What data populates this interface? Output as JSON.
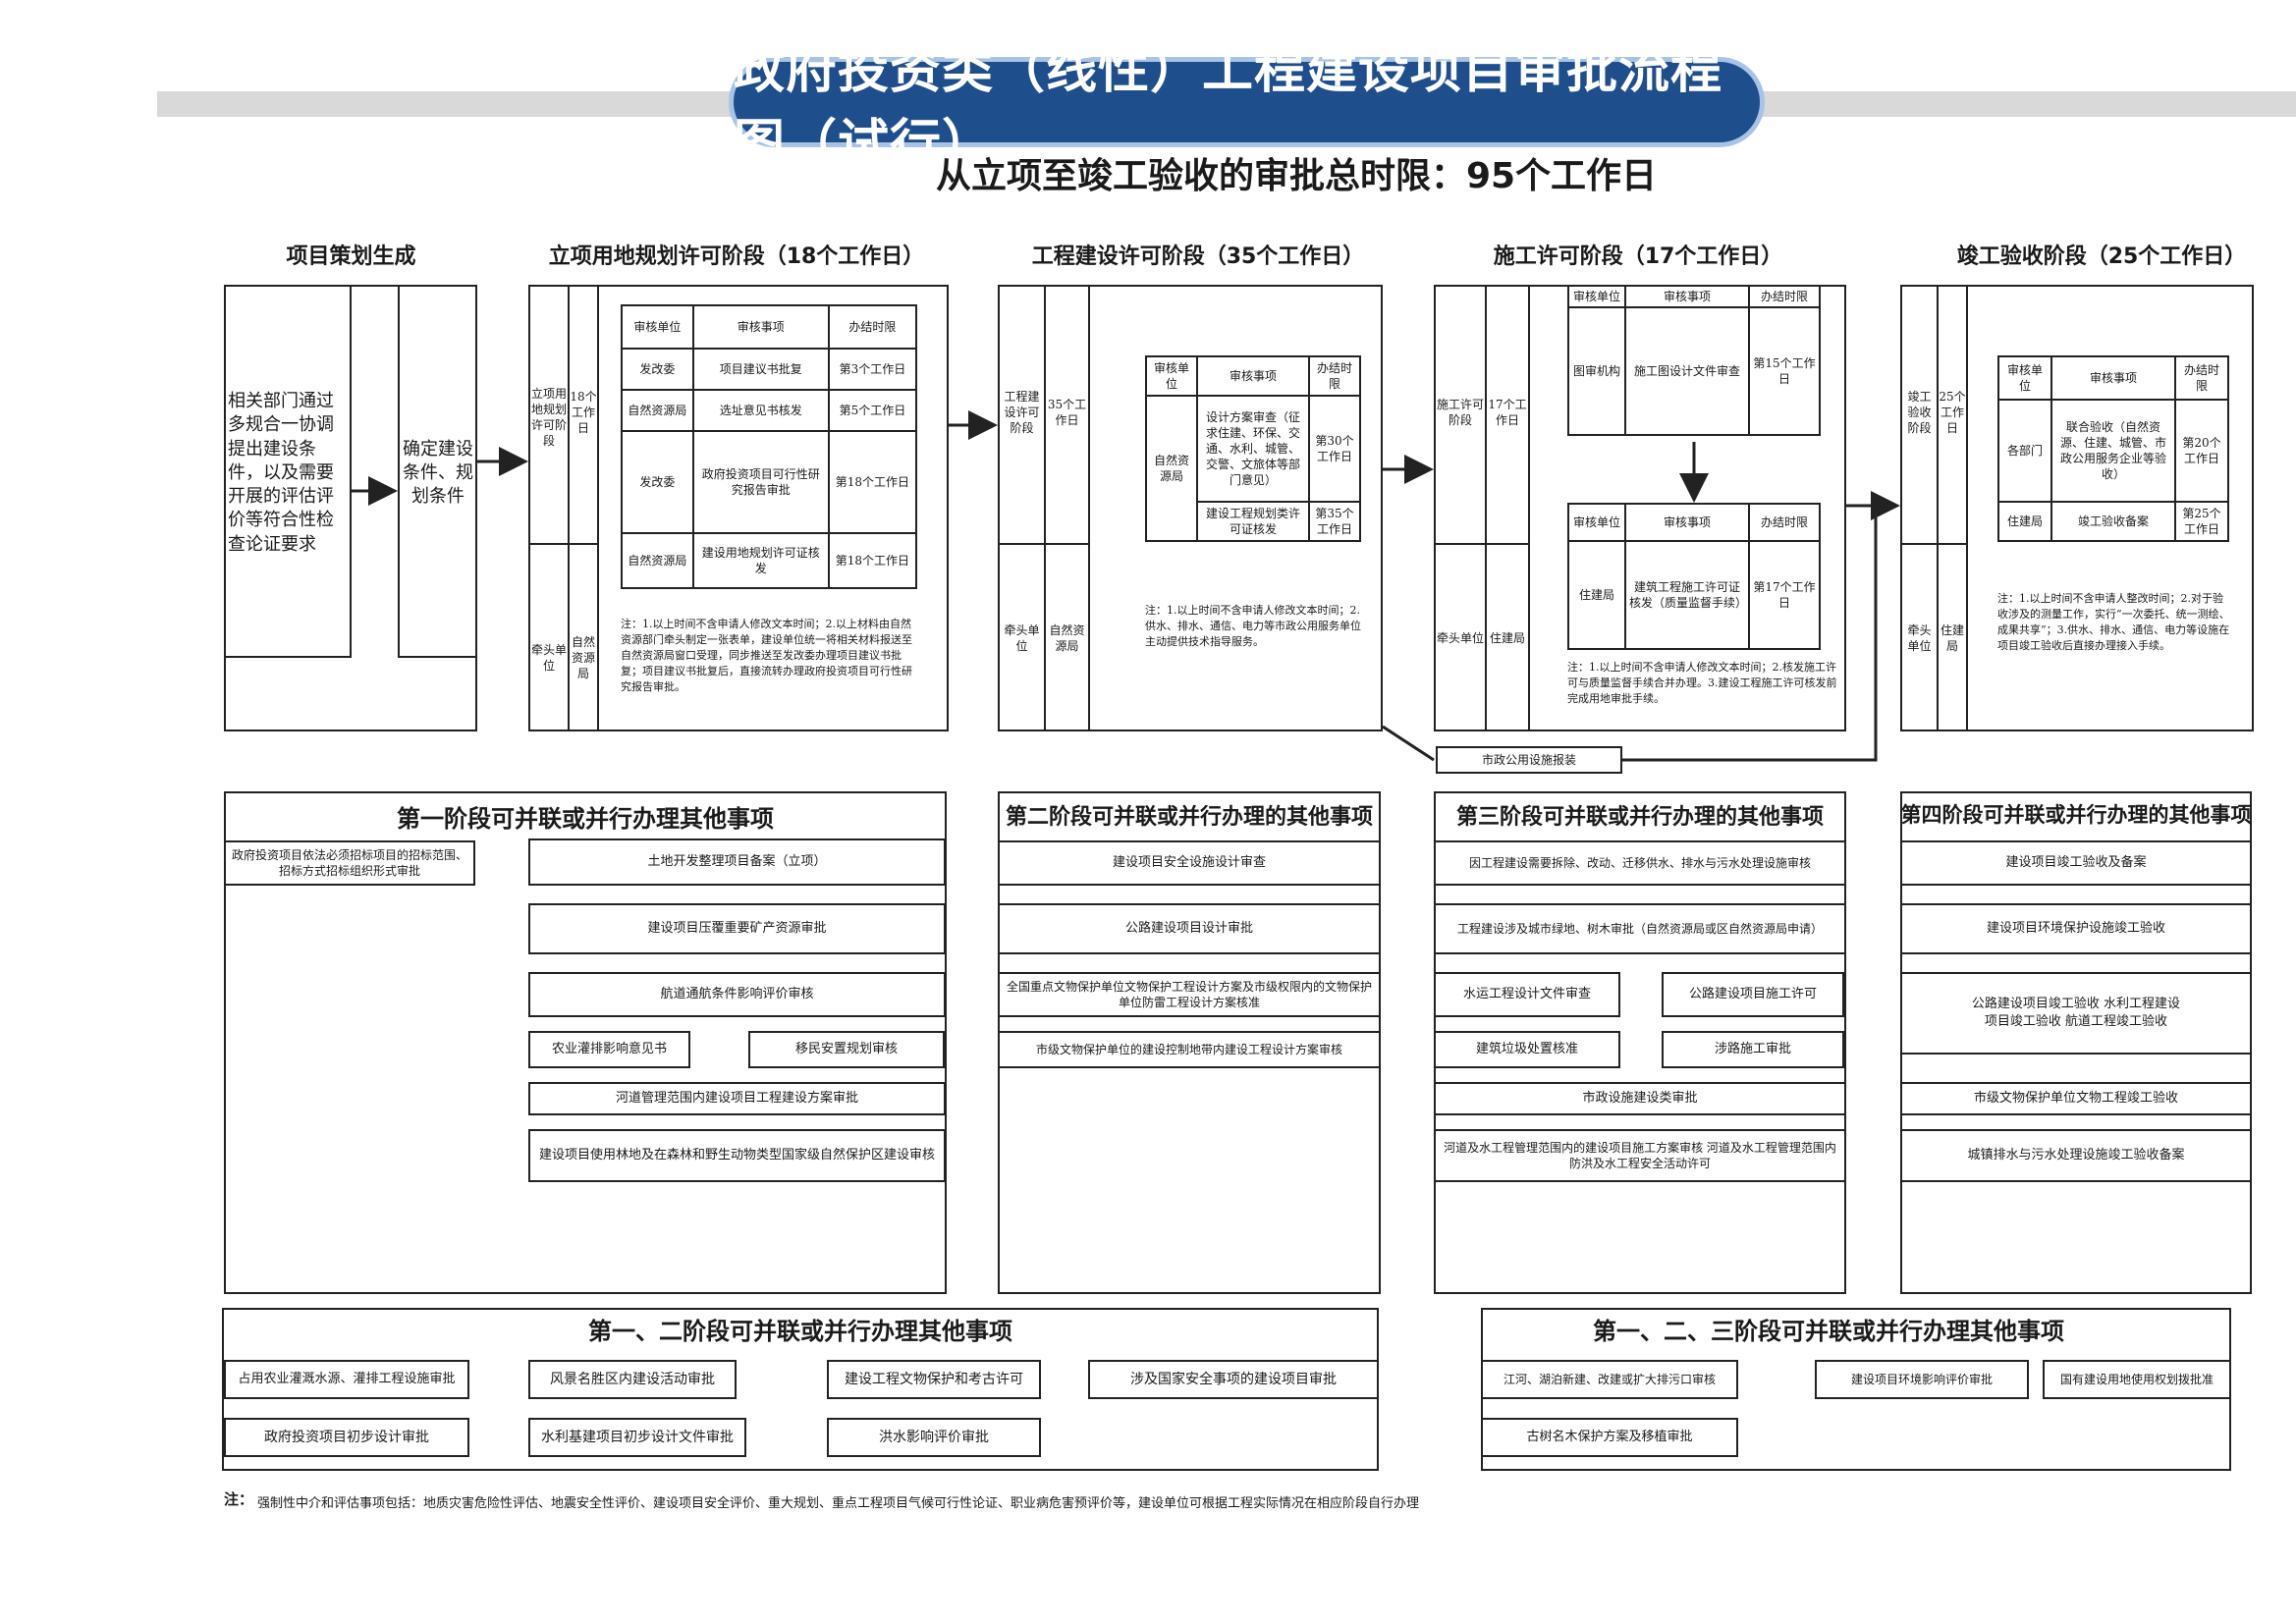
{
  "title": "政府投资类（线性）工程建设项目审批流程图（试行）",
  "subtitle": "从立项至竣工验收的审批总时限：95个工作日",
  "stages": {
    "s0": "项目策划生成",
    "s1": "立项用地规划许可阶段（18个工作日）",
    "s2": "工程建设许可阶段（35个工作日）",
    "s3": "施工许可阶段（17个工作日）",
    "s4": "竣工验收阶段（25个工作日）"
  },
  "planning": {
    "desc": "相关部门通过多规合一协调提出建设条件，以及需要开展的评估评价等符合性检查论证要求",
    "result": "确定建设条件、规划条件"
  },
  "stage1": {
    "name": "立项用地规划许可阶段",
    "days": "18个工作日",
    "lead_label": "牵头单位",
    "lead": "自然资源局",
    "headers": [
      "审核单位",
      "审核事项",
      "办结时限"
    ],
    "rows": [
      [
        "发改委",
        "项目建议书批复",
        "第3个工作日"
      ],
      [
        "自然资源局",
        "选址意见书核发",
        "第5个工作日"
      ],
      [
        "发改委",
        "政府投资项目可行性研究报告审批",
        "第18个工作日"
      ],
      [
        "自然资源局",
        "建设用地规划许可证核发",
        "第18个工作日"
      ]
    ],
    "note": "注：1.以上时间不含申请人修改文本时间；2.以上材料由自然资源部门牵头制定一张表单，建设单位统一将相关材料报送至自然资源局窗口受理，同步推送至发改委办理项目建议书批复；项目建议书批复后，直接流转办理政府投资项目可行性研究报告审批。"
  },
  "stage2": {
    "name": "工程建设许可阶段",
    "days": "35个工作日",
    "lead_label": "牵头单位",
    "lead": "自然资源局",
    "headers": [
      "审核单位",
      "审核事项",
      "办结时限"
    ],
    "unit": "自然资源局",
    "rows": [
      [
        "设计方案审查（征求住建、环保、交通、水利、城管、交警、文旅体等部门意见）",
        "第30个工作日"
      ],
      [
        "建设工程规划类许可证核发",
        "第35个工作日"
      ]
    ],
    "note": "注：1.以上时间不含申请人修改文本时间；2.供水、排水、通信、电力等市政公用服务单位主动提供技术指导服务。"
  },
  "stage3": {
    "name": "施工许可阶段",
    "days": "17个工作日",
    "lead_label": "牵头单位",
    "lead": "住建局",
    "headers": [
      "审核单位",
      "审核事项",
      "办结时限"
    ],
    "rowA": [
      "图审机构",
      "施工图设计文件审查",
      "第15个工作日"
    ],
    "rowB": [
      "住建局",
      "建筑工程施工许可证核发（质量监督手续）",
      "第17个工作日"
    ],
    "note": "注：1.以上时间不含申请人修改文本时间；2.核发施工许可与质量监督手续合并办理。3.建设工程施工许可核发前完成用地审批手续。",
    "extra": "市政公用设施报装"
  },
  "stage4": {
    "name": "竣工验收阶段",
    "days": "25个工作日",
    "lead_label": "牵头单位",
    "lead": "住建局",
    "headers": [
      "审核单位",
      "审核事项",
      "办结时限"
    ],
    "rows": [
      [
        "各部门",
        "联合验收（自然资源、住建、城管、市政公用服务企业等验收）",
        "第20个工作日"
      ],
      [
        "住建局",
        "竣工验收备案",
        "第25个工作日"
      ]
    ],
    "note": "注：1.以上时间不含申请人整改时间；2.对于验收涉及的测量工作，实行“一次委托、统一测绘、成果共享”；3.供水、排水、通信、电力等设施在项目竣工验收后直接办理接入手续。"
  },
  "parallel1": {
    "title": "第一阶段可并联或并行办理其他事项",
    "left": "政府投资项目依法必须招标项目的招标范围、招标方式招标组织形式审批",
    "items": [
      "土地开发整理项目备案（立项）",
      "建设项目压覆重要矿产资源审批",
      "航道通航条件影响评价审核",
      "农业灌排影响意见书",
      "移民安置规划审核",
      "河道管理范围内建设项目工程建设方案审批",
      "建设项目使用林地及在森林和野生动物类型国家级自然保护区建设审核"
    ]
  },
  "parallel2": {
    "title": "第二阶段可并联或并行办理的其他事项",
    "items": [
      "建设项目安全设施设计审查",
      "公路建设项目设计审批",
      "全国重点文物保护单位文物保护工程设计方案及市级权限内的文物保护单位防雷工程设计方案核准",
      "市级文物保护单位的建设控制地带内建设工程设计方案审核"
    ]
  },
  "parallel3": {
    "title": "第三阶段可并联或并行办理的其他事项",
    "items": [
      "因工程建设需要拆除、改动、迁移供水、排水与污水处理设施审核",
      "工程建设涉及城市绿地、树木审批（自然资源局或区自然资源局申请）",
      "水运工程设计文件审查",
      "公路建设项目施工许可",
      "建筑垃圾处置核准",
      "涉路施工审批",
      "市政设施建设类审批",
      "河道及水工程管理范围内的建设项目施工方案审核 河道及水工程管理范围内防洪及水工程安全活动许可"
    ]
  },
  "parallel4": {
    "title": "第四阶段可并联或并行办理的其他事项",
    "items": [
      "建设项目竣工验收及备案",
      "建设项目环境保护设施竣工验收",
      "公路建设项目竣工验收 水利工程建设项目竣工验收 航道工程竣工验收",
      "市级文物保护单位文物工程竣工验收",
      "城镇排水与污水处理设施竣工验收备案"
    ]
  },
  "parallel12": {
    "title": "第一、二阶段可并联或并行办理其他事项",
    "items": [
      "占用农业灌溉水源、灌排工程设施审批",
      "风景名胜区内建设活动审批",
      "建设工程文物保护和考古许可",
      "涉及国家安全事项的建设项目审批",
      "政府投资项目初步设计审批",
      "水利基建项目初步设计文件审批",
      "洪水影响评价审批"
    ]
  },
  "parallel123": {
    "title": "第一、二、三阶段可并联或并行办理其他事项",
    "items": [
      "江河、湖泊新建、改建或扩大排污口审核",
      "建设项目环境影响评价审批",
      "国有建设用地使用权划拨批准",
      "古树名木保护方案及移植审批"
    ]
  },
  "footer": {
    "label": "注：",
    "text": "强制性中介和评估事项包括：地质灾害危险性评估、地震安全性评价、建设项目安全评价、重大规划、重点工程项目气候可行性论证、职业病危害预评价等，建设单位可根据工程实际情况在相应阶段自行办理"
  },
  "colors": {
    "title_bg": "#1f4e8c",
    "title_border": "#a9c3e6",
    "band": "#d9d9d9",
    "line": "#222222"
  }
}
